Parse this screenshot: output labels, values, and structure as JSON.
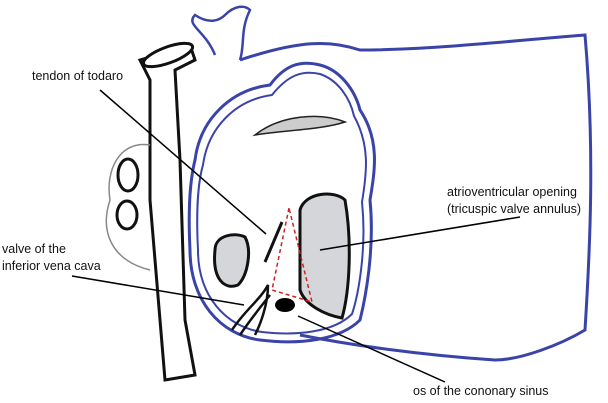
{
  "labels": {
    "tendon": "tendon of todaro",
    "av_line1": "atrioventricular opening",
    "av_line2": "(tricuspic valve annulus)",
    "ivc_line1": "valve of the",
    "ivc_line2": "inferior vena cava",
    "cs": "os of the cononary sinus"
  },
  "colors": {
    "outline_blue": "#3a44a8",
    "fill_gray": "#d4d6da",
    "dashed_red": "#cc2222"
  }
}
